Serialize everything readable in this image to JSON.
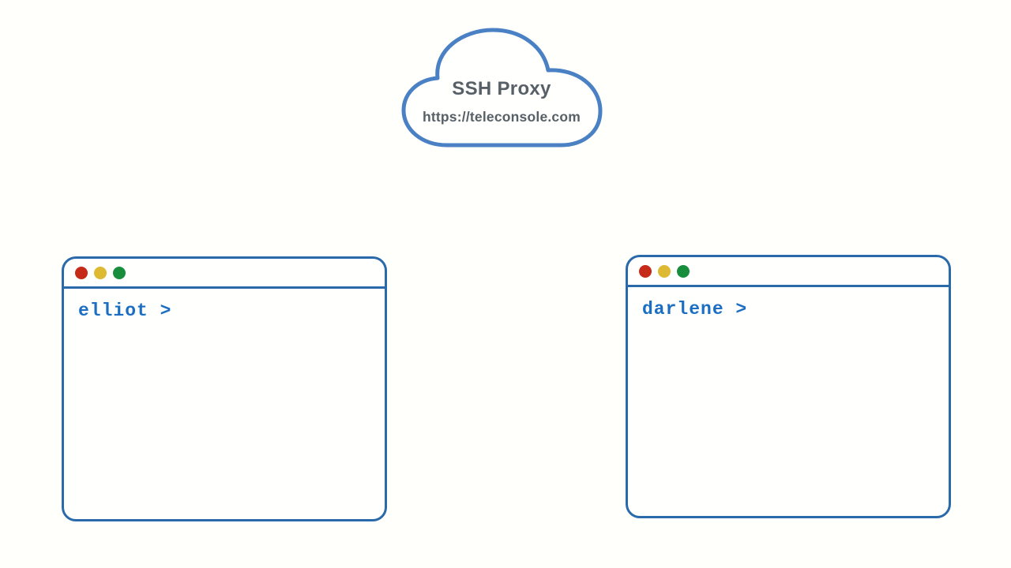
{
  "cloud": {
    "title": "SSH Proxy",
    "url": "https://teleconsole.com"
  },
  "terminals": [
    {
      "user": "elliot",
      "prompt": "elliot >"
    },
    {
      "user": "darlene",
      "prompt": "darlene >"
    }
  ],
  "window_controls": [
    "close-icon",
    "minimize-icon",
    "zoom-icon"
  ],
  "colors": {
    "background": "#fffffb",
    "window_fill": "#fffffe",
    "cloud_stroke": "#4a80c4",
    "cloud_text": "#575f67",
    "window_border": "#2a6aab",
    "prompt_text": "#1b6ec2",
    "dot_red": "#c62a19",
    "dot_yellow": "#ddba31",
    "dot_green": "#188e3d"
  }
}
